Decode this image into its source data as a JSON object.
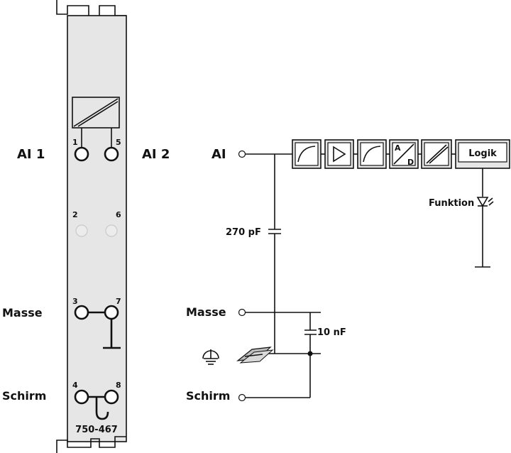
{
  "module": {
    "part_number": "750-467",
    "terminal_numbers": [
      "1",
      "5",
      "2",
      "6",
      "3",
      "7",
      "4",
      "8"
    ]
  },
  "left_labels": {
    "ai1": "AI 1",
    "ai2": "AI 2",
    "masse": "Masse",
    "schirm": "Schirm"
  },
  "schematic": {
    "input": "AI",
    "masse": "Masse",
    "schirm": "Schirm",
    "cap_input": "270 pF",
    "cap_ground": "10 nF",
    "ad_top": "A",
    "ad_bottom": "D",
    "logic": "Logik",
    "function_led": "Funktion"
  },
  "colors": {
    "module_fill": "#e6e6e6",
    "line": "#111111"
  }
}
